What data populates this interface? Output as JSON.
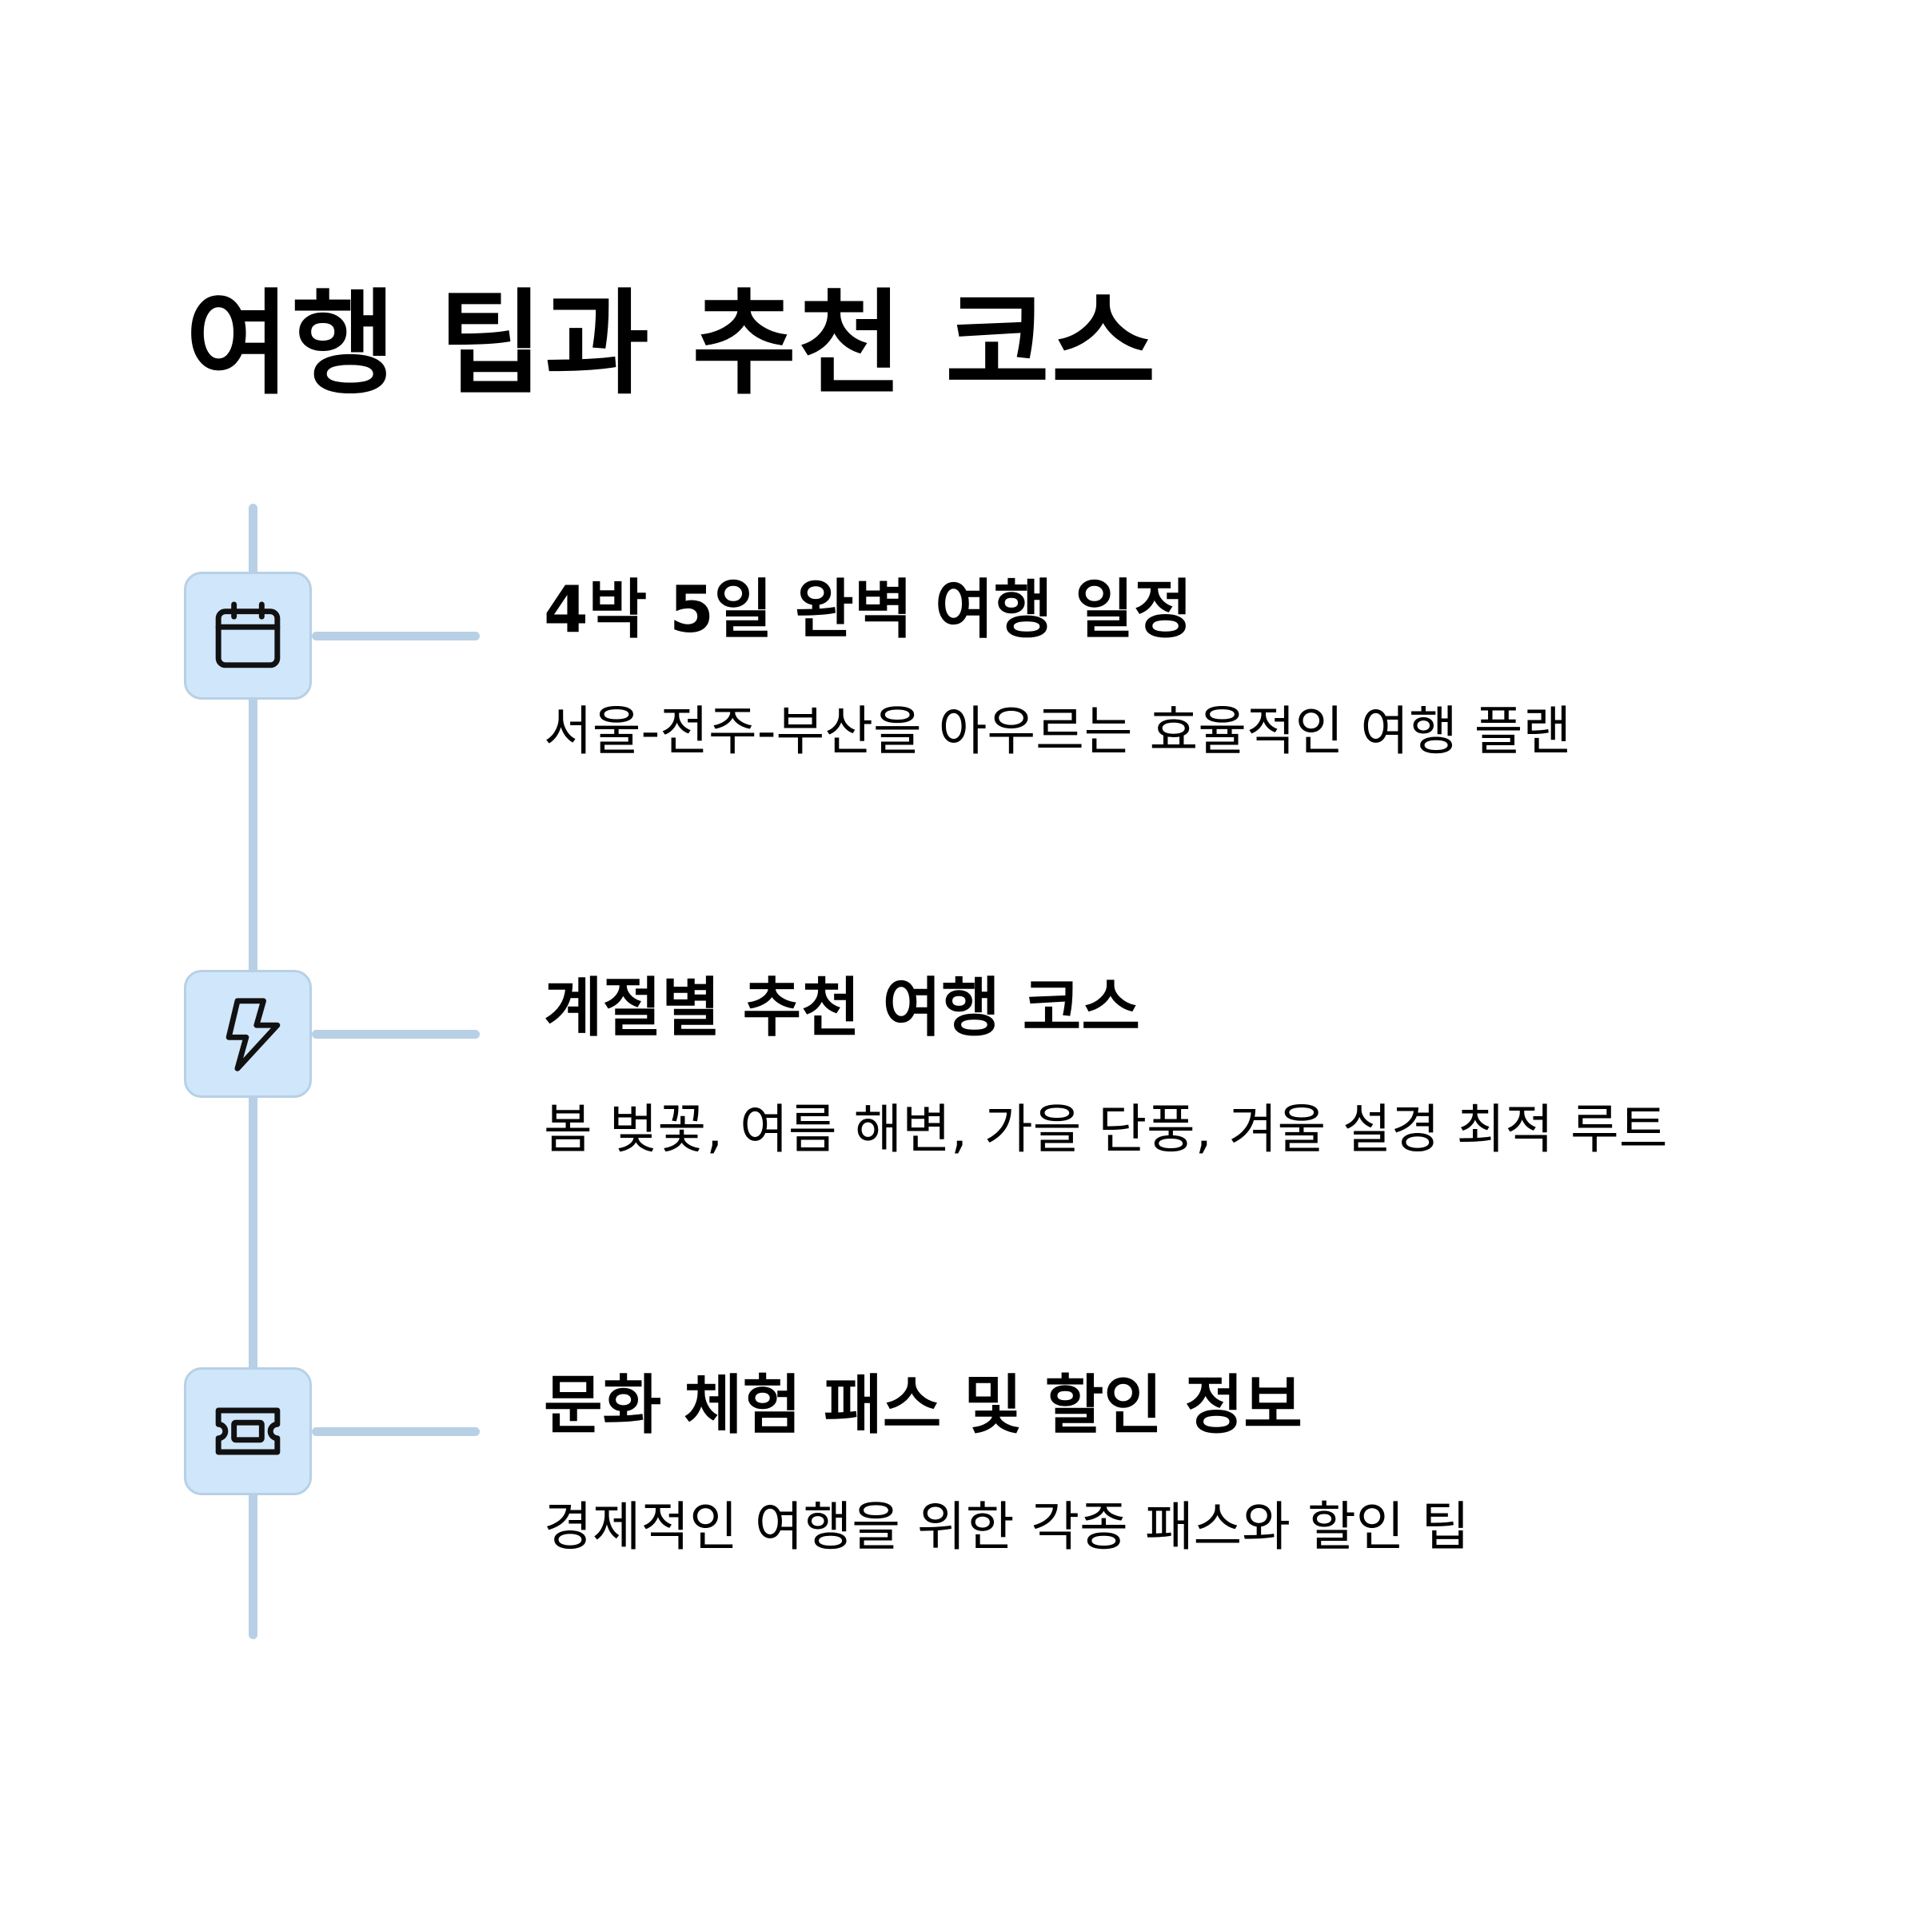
{
  "title": "여행 팁과 추천 코스",
  "items": [
    {
      "icon": "calendar-icon",
      "title": "4박 5일 완벽 여행 일정",
      "description": "서울-전주-부산을 아우르는 효율적인 여행 플랜"
    },
    {
      "icon": "lightning-icon",
      "title": "계절별 추천 여행 코스",
      "description": "봄 벚꽃, 여름 해변, 가을 단풍, 겨울 설경 최적 루트"
    },
    {
      "icon": "ticket-icon",
      "title": "문화 체험 패스 및 할인 정보",
      "description": "경제적인 여행을 위한 각종 패스와 할인 팁"
    }
  ],
  "colors": {
    "accent_line": "#b8d0e5",
    "icon_background": "#cfe6fb",
    "text": "#000000"
  }
}
